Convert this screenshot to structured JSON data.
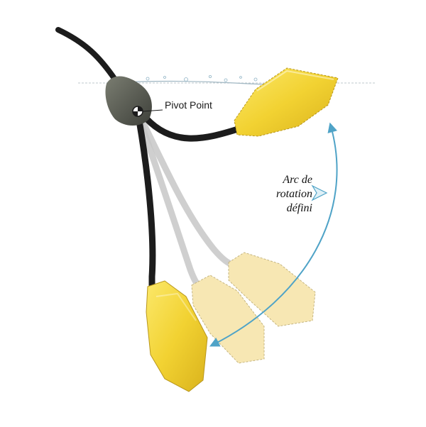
{
  "labels": {
    "pivot_point": "Pivot Point",
    "arc_lines": [
      "Arc de",
      "rotation",
      "défini"
    ]
  },
  "colors": {
    "float_yellow": "#f2d232",
    "float_ghost": "#f6e3a6",
    "cable_dark": "#1c1c1c",
    "cable_ghost": "#c7c7c7",
    "weight": "#5e6156",
    "arc_arrow": "#4fa3c7",
    "water_line": "#bfc8cc"
  },
  "icons": {
    "pivot": "pivot-marker-icon",
    "arc": "double-arrow-arc-icon"
  }
}
